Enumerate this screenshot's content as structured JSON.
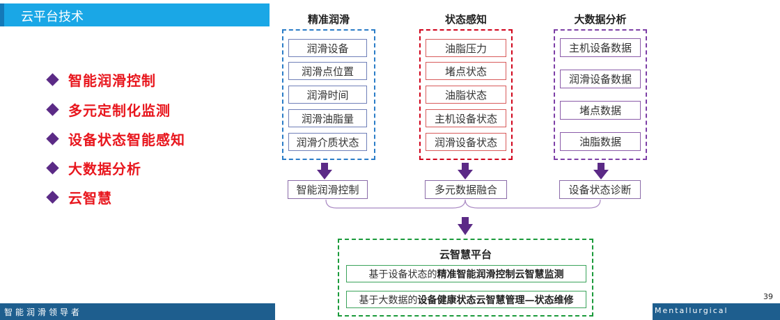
{
  "header": {
    "title": "云平台技术"
  },
  "bullets": [
    "智能润滑控制",
    "多元定制化监测",
    "设备状态智能感知",
    "大数据分析",
    "云智慧"
  ],
  "columns": [
    {
      "header": "精准润滑",
      "items": [
        "润滑设备",
        "润滑点位置",
        "润滑时间",
        "润滑油脂量",
        "润滑介质状态"
      ],
      "result": "智能润滑控制"
    },
    {
      "header": "状态感知",
      "items": [
        "油脂压力",
        "堵点状态",
        "油脂状态",
        "主机设备状态",
        "润滑设备状态"
      ],
      "result": "多元数据融合"
    },
    {
      "header": "大数据分析",
      "items": [
        "主机设备数据",
        "润滑设备数据",
        "堵点数据",
        "油脂数据"
      ],
      "result": "设备状态诊断"
    }
  ],
  "platform": {
    "title": "云智慧平台",
    "line1": {
      "prefix": "基于设备状态的",
      "bold": "精准智能润滑控制云智慧监测"
    },
    "line2": {
      "prefix": "基于大数据的",
      "bold": "设备健康状态云智慧管理—状态维修"
    }
  },
  "footer": {
    "left": "智能润滑领导者",
    "right": "Mentallurgical",
    "page": "39"
  },
  "colors": {
    "title_bar": "#1aa7e6",
    "bullet_text": "#e8161d",
    "bullet_marker": "#5b2a86",
    "arrow": "#5b2a86",
    "footer": "#1e5e8e"
  }
}
